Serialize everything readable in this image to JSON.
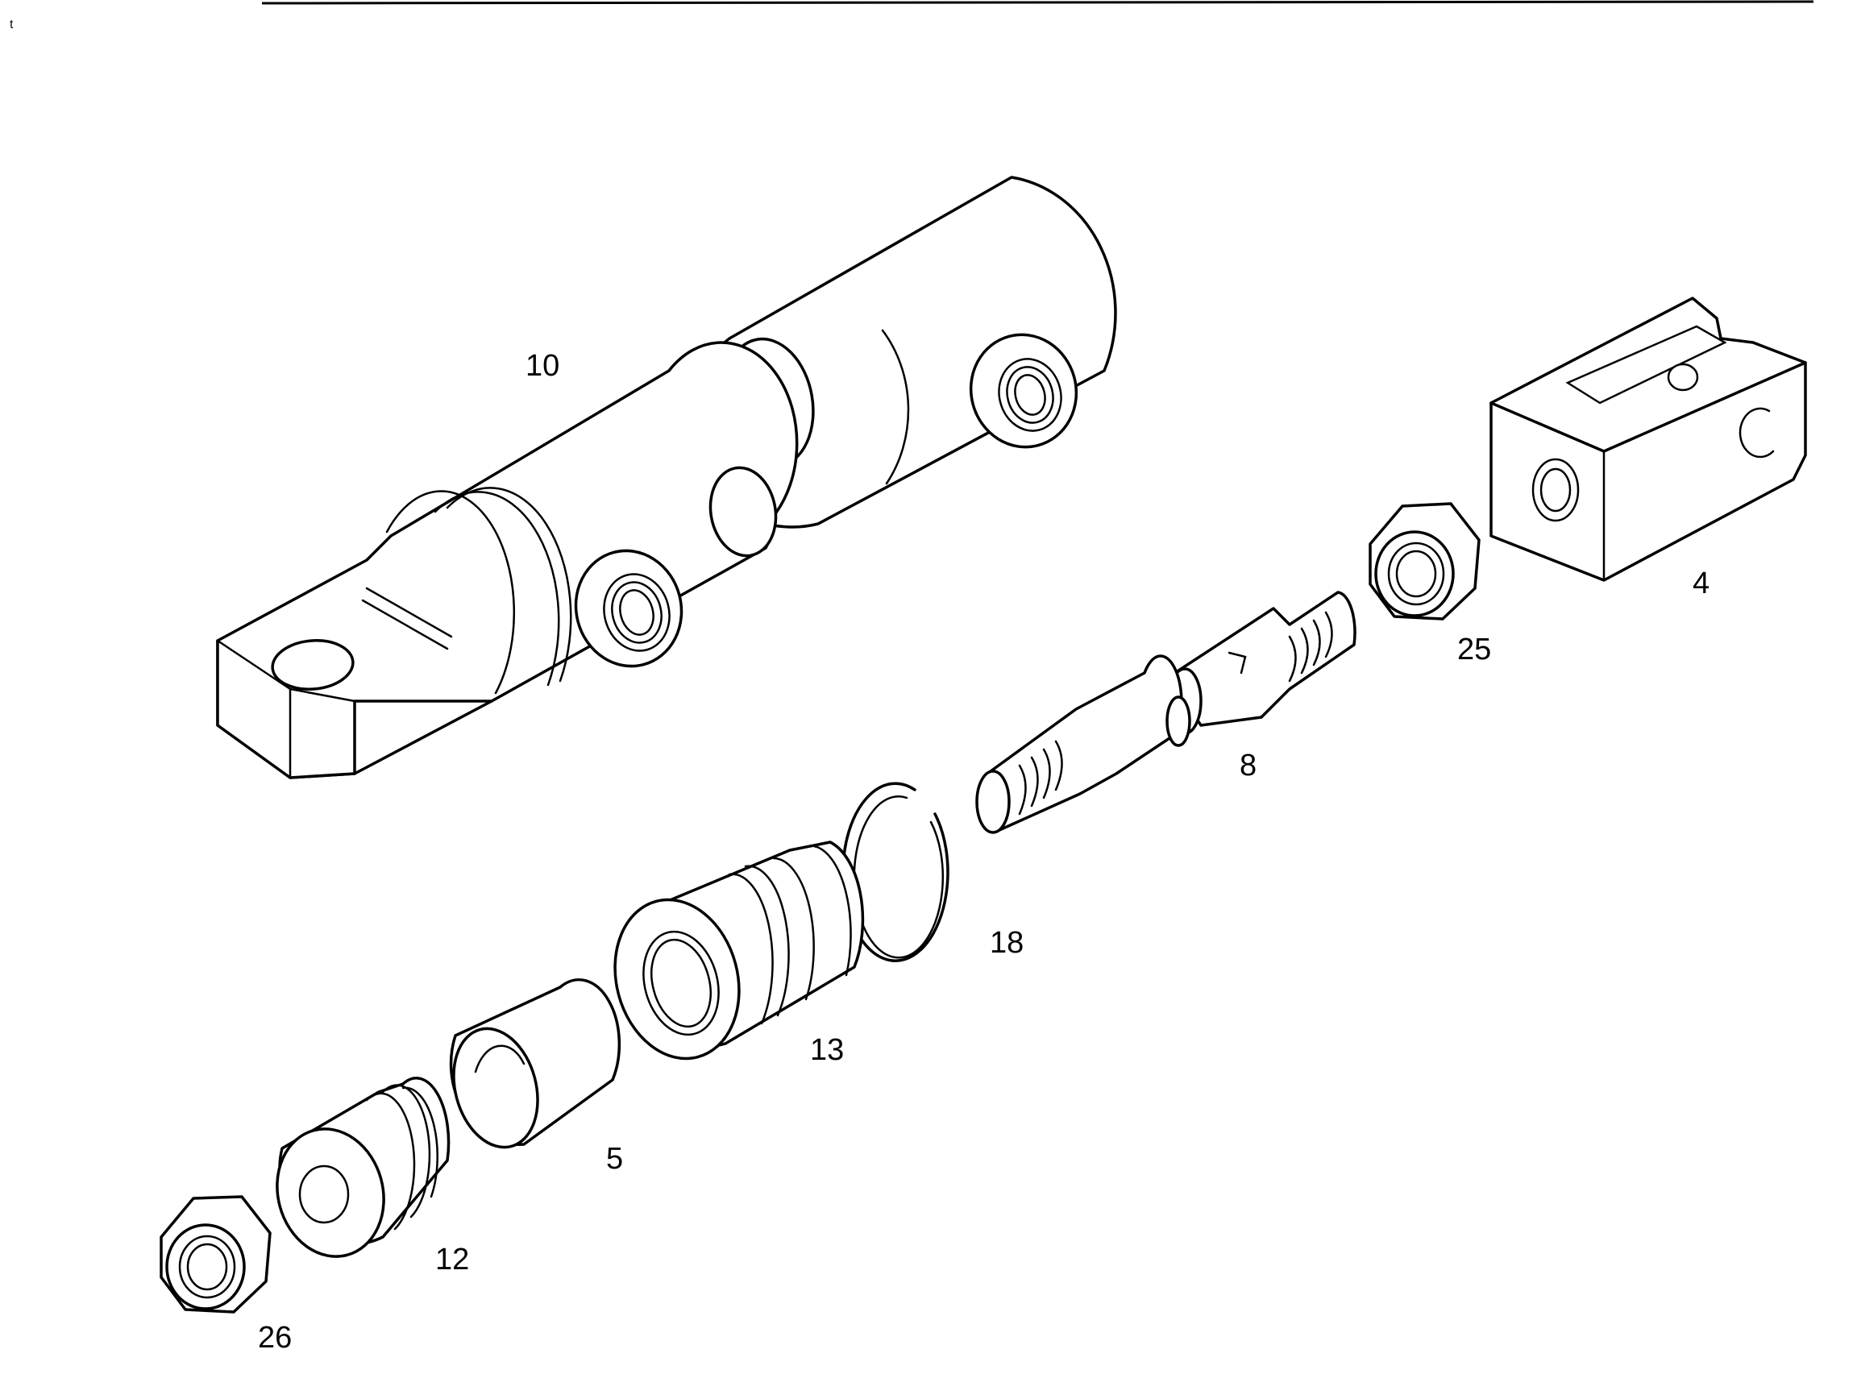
{
  "part_labels": {
    "p10": "10",
    "p4": "4",
    "p25": "25",
    "p8": "8",
    "p18": "18",
    "p13": "13",
    "p5": "5",
    "p12": "12",
    "p26": "26"
  }
}
